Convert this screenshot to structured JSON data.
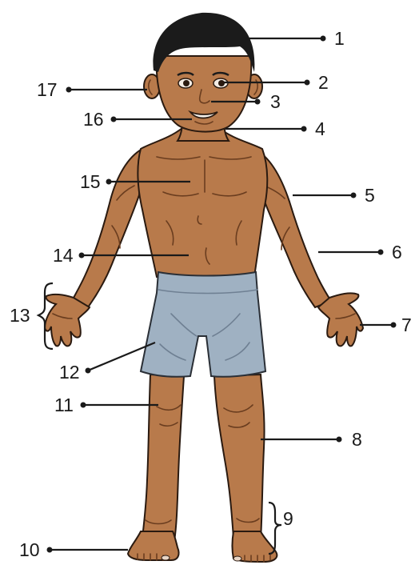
{
  "labels": [
    "1",
    "2",
    "3",
    "4",
    "5",
    "6",
    "7",
    "8",
    "9",
    "10",
    "11",
    "12",
    "13",
    "14",
    "15",
    "16",
    "17"
  ],
  "colors": {
    "skin": "#b87a4b",
    "hair": "#1b1b1b",
    "shorts": "#9fb1c2",
    "ink": "#1a1a1a"
  }
}
